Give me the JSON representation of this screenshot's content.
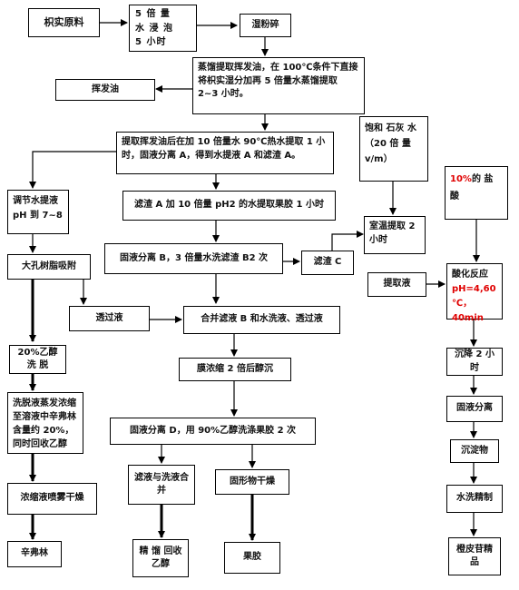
{
  "nodes": {
    "raw": "枳实原料",
    "soak": [
      "5 倍 量",
      "水 浸 泡",
      "5 小时"
    ],
    "crush": "湿粉碎",
    "steam": "蒸馏提取挥发油，在 100℃条件下直接将枳实湿分加再 5 倍量水蒸馏提取 2~3 小时。",
    "oil": "挥发油",
    "hotwater": "提取挥发油后在加 10 倍量水 90℃热水提取 1 小时，固液分离 A，得到水提液 A 和滤渣 A。",
    "lime": "饱和 石灰 水（20 倍 量 v/m）",
    "hcl_pct": "10%",
    "hcl_rest": "的 盐 酸",
    "adjust": "调节水提液 pH 到 7~8",
    "residueA": "滤渣 A 加 10 倍量 pH2 的水提取果胶 1 小时",
    "room": "室温提取 2 小时",
    "resin": "大孔树脂吸附",
    "solidB": "固液分离 B，3 倍量水洗滤渣 B2 次",
    "residueC": "滤渣 C",
    "extract": "提取液",
    "acid_title": "酸化反应",
    "acid_cond": "pH=4,60 ℃，40min",
    "pass": "透过液",
    "merge": "合并滤液 B 和水洗液、透过液",
    "ethanol20": "20%乙醇洗 脱",
    "settle": "沉降 2 小时",
    "membrane": "膜浓缩 2 倍后醇沉",
    "concentrate": "洗脱液蒸发浓缩至溶液中辛弗林含量约 20%，同时回收乙醇",
    "solidD": "固液分离 D，用 90%乙醇洗涤果胶 2 次",
    "solid_sep": "固液分离",
    "precip": "沉淀物",
    "spray": "浓缩液喷雾干燥",
    "filtrate": "滤液与洗液合并",
    "solid_dry": "固形物干燥",
    "wash": "水洗精制",
    "synephrine": "辛弗林",
    "distill": "精 馏 回收 乙醇",
    "pectin": "果胶",
    "hesperidin": "橙皮苷精品"
  }
}
